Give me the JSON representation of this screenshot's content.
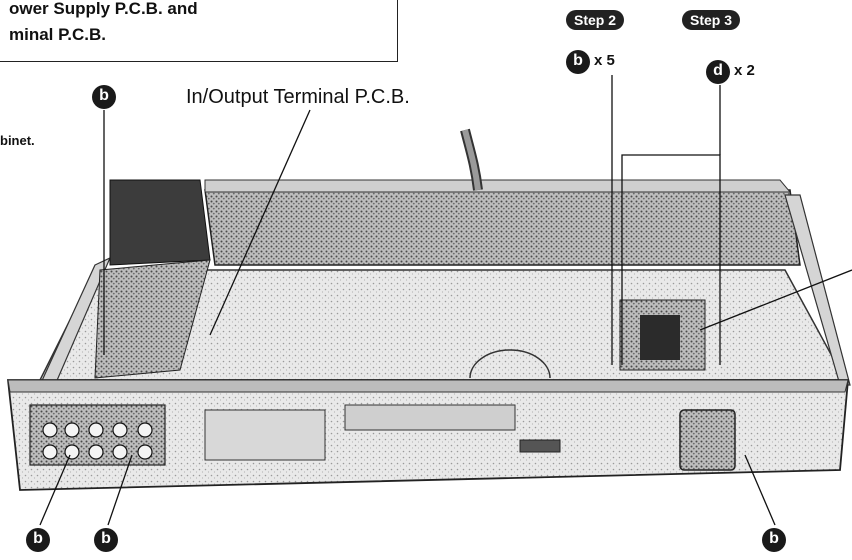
{
  "title": {
    "line1": "ower Supply P.C.B. and",
    "line2": "minal P.C.B."
  },
  "side_note": "binet.",
  "labels": {
    "inout_terminal": "In/Output Terminal P.C.B."
  },
  "steps": [
    {
      "label": "Step 2",
      "screw": "b",
      "qty": "x 5"
    },
    {
      "label": "Step 3",
      "screw": "d",
      "qty": "x 2"
    }
  ],
  "screw_markers": [
    "b",
    "b",
    "b",
    "b"
  ]
}
